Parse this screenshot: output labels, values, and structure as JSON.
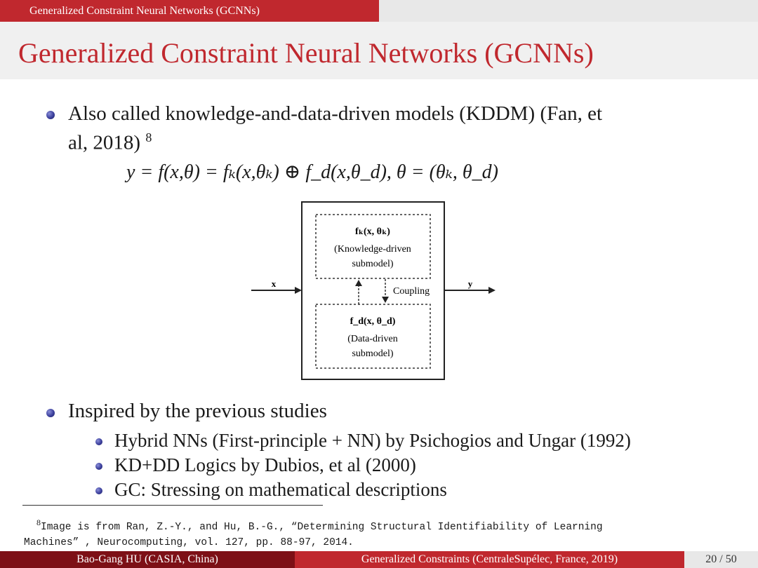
{
  "header": {
    "section": "Generalized Constraint Neural Networks (GCNNs)"
  },
  "title": "Generalized Constraint Neural Networks (GCNNs)",
  "bullet1": {
    "line1": "Also called knowledge-and-data-driven models (KDDM) (Fan, et",
    "line2": "al, 2018)",
    "footnote_mark": "8",
    "equation": "y = f(x,θ) = fₖ(x,θₖ) ⊕ f_d(x,θ_d),   θ = (θₖ, θ_d)"
  },
  "diagram": {
    "input_label": "x",
    "output_label": "y",
    "top_box": {
      "line1": "fₖ(x, θₖ)",
      "line2": "(Knowledge-driven",
      "line3": "submodel)"
    },
    "bottom_box": {
      "line1": "f_d(x, θ_d)",
      "line2": "(Data-driven",
      "line3": "submodel)"
    },
    "coupling_label": "Coupling"
  },
  "bullet2": {
    "text": "Inspired by the previous studies",
    "subitems": [
      "Hybrid NNs (First-principle + NN) by Psichogios and Ungar (1992)",
      "KD+DD Logics by Dubios, et al (2000)",
      "GC: Stressing on mathematical descriptions"
    ]
  },
  "footnote": {
    "mark": "8",
    "line1": "Image is from Ran, Z.-Y., and Hu, B.-G.,  “Determining Structural Identifiability of Learning",
    "line2": "Machines” , Neurocomputing, vol. 127, pp. 88-97, 2014."
  },
  "footer": {
    "left": "Bao-Gang HU (CASIA, China)",
    "middle": "Generalized Constraints (CentraleSupélec, France, 2019)",
    "page": "20 / 50"
  }
}
